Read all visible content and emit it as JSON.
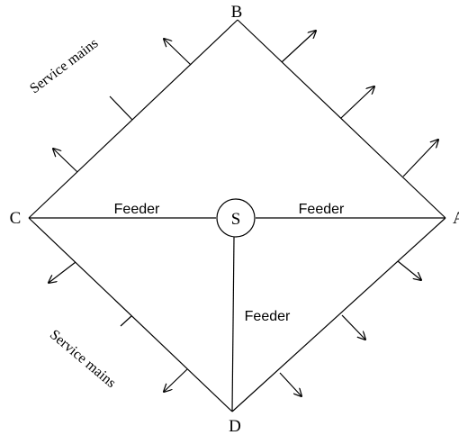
{
  "nodes": {
    "b": "B",
    "c": "C",
    "a": "A",
    "d": "D",
    "substation": "S"
  },
  "feeders": {
    "left": "Feeder",
    "right": "Feeder",
    "down": "Feeder"
  },
  "service_mains": {
    "upper_left": "Service mains",
    "lower_left": "Service mains"
  }
}
